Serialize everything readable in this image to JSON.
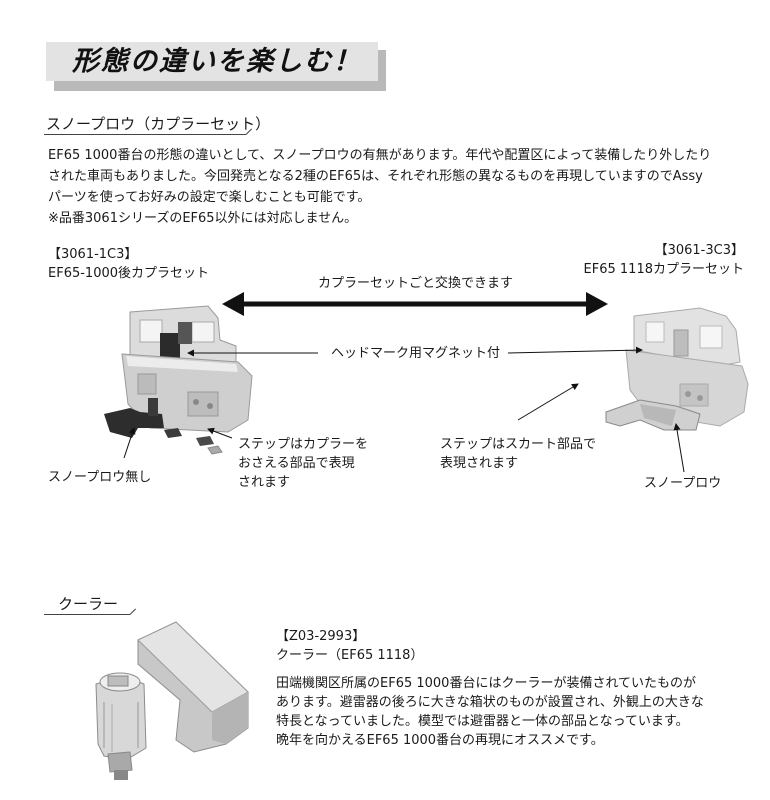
{
  "page_title": "形態の違いを楽しむ！",
  "snowplow": {
    "heading": "スノープロウ（カプラーセット）",
    "paragraph_lines": [
      "EF65 1000番台の形態の違いとして、スノープロウの有無があります。年代や配置区によって装備したり外したり",
      "された車両もありました。今回発売となる2種のEF65は、それぞれ形態の異なるものを再現していますのでAssy",
      "パーツを使ってお好みの設定で楽しむことも可能です。",
      "※品番3061シリーズのEF65以外には対応しません。"
    ],
    "left_part": {
      "code": "【3061-1C3】",
      "name": "EF65-1000後カプラセット"
    },
    "right_part": {
      "code": "【3061-3C3】",
      "name": "EF65 1118カプラーセット"
    },
    "arrow_label": "カプラーセットごと交換できます",
    "magnet_label": "ヘッドマーク用マグネット付",
    "step_left": [
      "ステップはカプラーを",
      "おさえる部品で表現",
      "されます"
    ],
    "step_right": [
      "ステップはスカート部品で",
      "表現されます"
    ],
    "no_plow_label": "スノープロウ無し",
    "plow_label": "スノープロウ"
  },
  "cooler": {
    "heading": "クーラー",
    "code": "【Z03-2993】",
    "name": "クーラー（EF65 1118）",
    "paragraph_lines": [
      "田端機関区所属のEF65 1000番台にはクーラーが装備されていたものが",
      "あります。避雷器の後ろに大きな箱状のものが設置され、外観上の大きな",
      "特長となっていました。模型では避雷器と一体の部品となっています。",
      "晩年を向かえるEF65 1000番台の再現にオススメです。"
    ]
  }
}
